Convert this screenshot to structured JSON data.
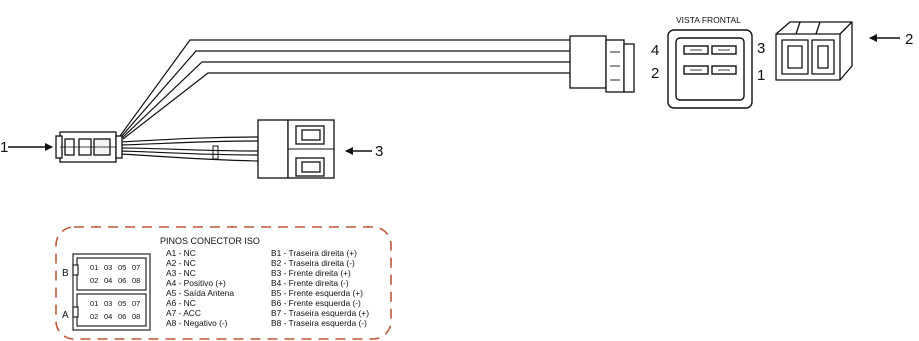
{
  "callouts": {
    "c1": "1",
    "c2": "2",
    "c3": "3"
  },
  "front_view": {
    "title": "VISTA FRONTAL",
    "pins": {
      "p4": "4",
      "p3": "3",
      "p2": "2",
      "p1": "1"
    }
  },
  "iso_connector": {
    "title": "PINOS CONECTOR ISO",
    "row_b_label": "B",
    "row_a_label": "A",
    "top_numbers": [
      "01",
      "03",
      "05",
      "07"
    ],
    "bottom_numbers": [
      "02",
      "04",
      "06",
      "08"
    ],
    "a_pins": [
      "A1 - NC",
      "A2 - NC",
      "A3 - NC",
      "A4 - Positivo (+)",
      "A5 - Saída Antena",
      "A6 - NC",
      "A7 - ACC",
      "A8 - Negativo (-)"
    ],
    "b_pins": [
      "B1 - Traseira direita (+)",
      "B2 - Traseira direita (-)",
      "B3 - Frente direita (+)",
      "B4 - Frente direita (-)",
      "B5 - Frente esquerda (+)",
      "B6 - Frente esquerda (-)",
      "B7 - Traseira esquerda (+)",
      "B8 - Traseira esquerda (-)"
    ]
  },
  "colors": {
    "line": "#111111",
    "dashed_border": "#c0583a"
  }
}
